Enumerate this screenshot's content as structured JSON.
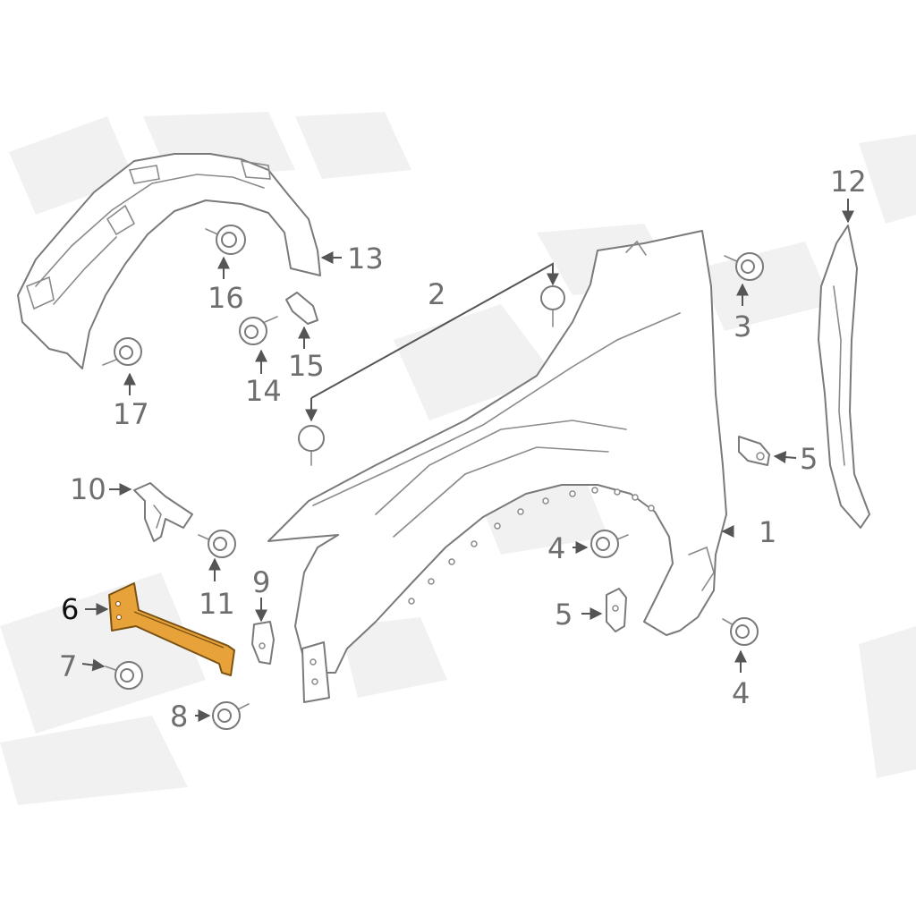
{
  "diagram": {
    "highlight_color": "#e8a23a",
    "callouts": [
      {
        "id": "1",
        "label": "1"
      },
      {
        "id": "2",
        "label": "2"
      },
      {
        "id": "3",
        "label": "3"
      },
      {
        "id": "4a",
        "label": "4"
      },
      {
        "id": "4b",
        "label": "4"
      },
      {
        "id": "5a",
        "label": "5"
      },
      {
        "id": "5b",
        "label": "5"
      },
      {
        "id": "6",
        "label": "6",
        "highlight": true
      },
      {
        "id": "7",
        "label": "7"
      },
      {
        "id": "8",
        "label": "8"
      },
      {
        "id": "9",
        "label": "9"
      },
      {
        "id": "10",
        "label": "10"
      },
      {
        "id": "11",
        "label": "11"
      },
      {
        "id": "12",
        "label": "12"
      },
      {
        "id": "13",
        "label": "13"
      },
      {
        "id": "14",
        "label": "14"
      },
      {
        "id": "15",
        "label": "15"
      },
      {
        "id": "16",
        "label": "16"
      },
      {
        "id": "17",
        "label": "17"
      }
    ]
  }
}
